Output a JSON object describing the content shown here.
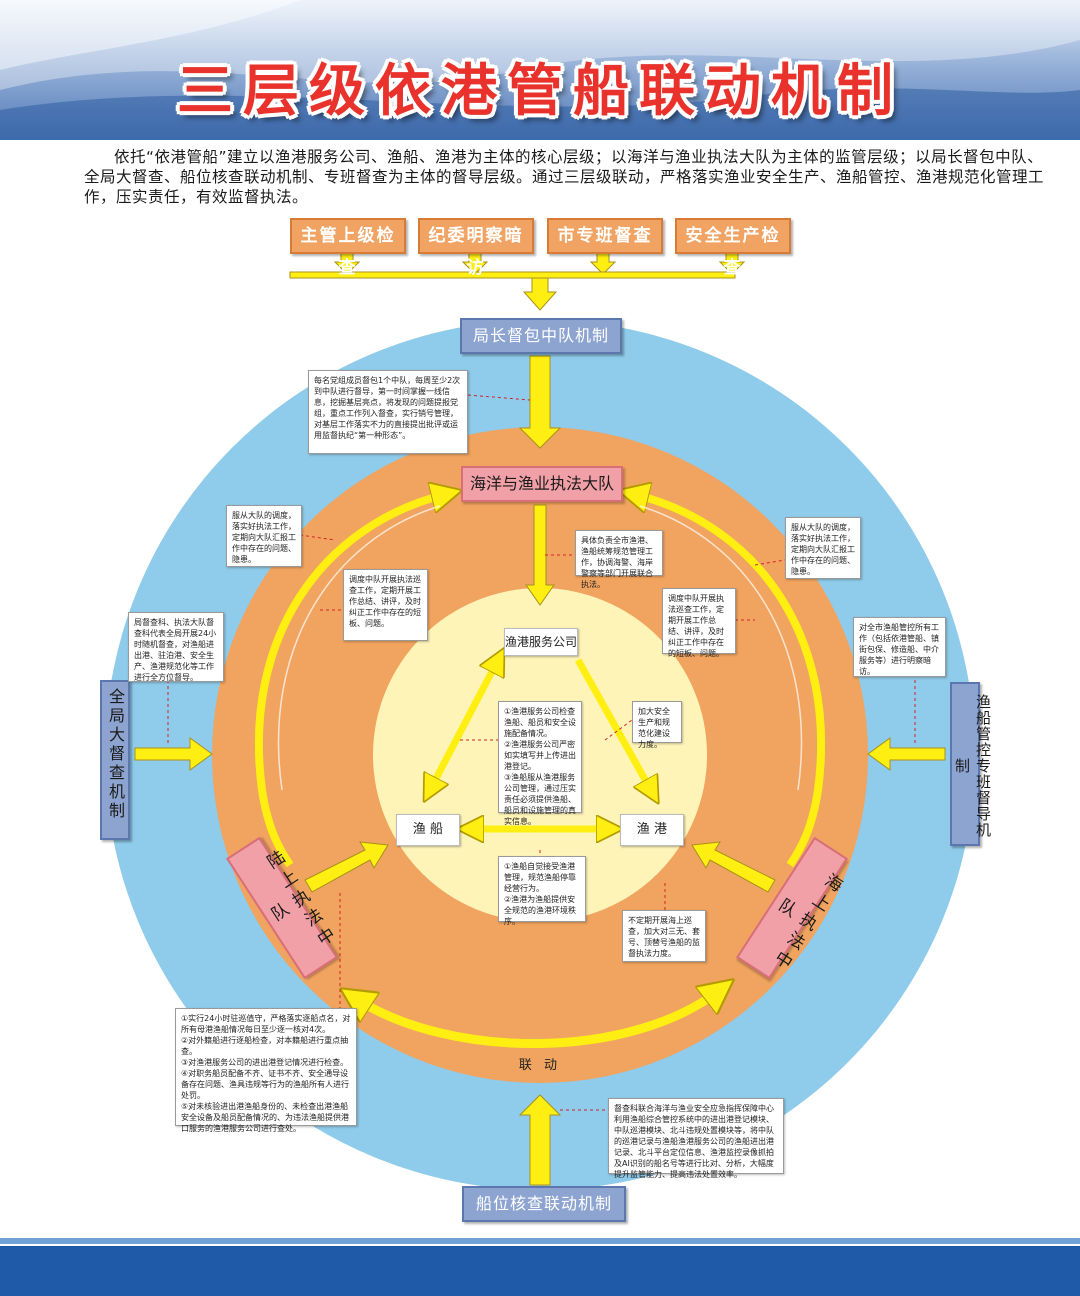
{
  "title": "三层级依港管船联动机制",
  "intro": "依托“依港管船”建立以渔港服务公司、渔船、渔港为主体的核心层级；以海洋与渔业执法大队为主体的监管层级；以局长督包中队、全局大督查、船位核查联动机制、专班督查为主体的督导层级。通过三层级联动，严格落实渔业安全生产、渔船管控、渔港规范化管理工作，压实责任，有效监督执法。",
  "top_boxes": [
    "主管上级检查",
    "纪委明察暗访",
    "市专班督查",
    "安全生产检查"
  ],
  "boxes": {
    "director": "局长督包中队机制",
    "brigade": "海洋与渔业执法大队",
    "land_squad": "陆上执法中队",
    "sea_squad": "海上执法中队",
    "grand_inspection": "全局大督查机制",
    "special_team": "渔船管控专班督导机制",
    "position_check": "船位核查联动机制"
  },
  "inner": {
    "company": "渔港服务公司",
    "vessel": "渔 船",
    "port": "渔 港",
    "linkage": "联 动"
  },
  "notes": {
    "director_note": "每名党组成员督包1个中队，每周至少2次到中队进行督导，第一时间掌握一线信息，挖掘基层亮点，将发现的问题提报党组，重点工作列入督查，实行销号管理，对基层工作落实不力的直接提出批评或运用监督执纪“第一种形态”。",
    "left_obey": "服从大队的调度，落实好执法工作，定期向大队汇报工作中存在的问题、隐患。",
    "right_obey": "服从大队的调度，落实好执法工作，定期向大队汇报工作中存在的问题、隐患。",
    "brigade_duty": "具体负责全市渔港、渔船统筹规范管理工作，协调海警、海岸警察等部门开展联合执法。",
    "left_dispatch": "调度中队开展执法巡查工作，定期开展工作总结、讲评，及时纠正工作中存在的短板、问题。",
    "right_dispatch": "调度中队开展执法巡查工作，定期开展工作总结、讲评，及时纠正工作中存在的短板、问题。",
    "grand_note": "局督查科、执法大队督查科代表全局开展24小时随机督查，对渔船进出港、驻泊港、安全生产、渔港规范化等工作进行全方位督导。",
    "special_note": "对全市渔船管控所有工作（包括依港管船、镇街包保、修造船、中介服务等）进行明察暗访。",
    "company_note": "①渔港服务公司检查渔船、船员和安全设施配备情况。\n②渔港服务公司严密如实填写并上传进出港登记。\n③渔船服从渔港服务公司管理，通过压实责任必须提供渔船、船员和设施管理的真实信息。",
    "safety_note": "加大安全生产和规范化建设力度。",
    "vessel_note": "①渔船自觉接受渔港管理，规范渔船停靠经营行为。\n②渔港为渔船提供安全规范的渔港环境秩序。",
    "sea_note": "不定期开展海上巡查，加大对三无、套号、顶替号渔船的监督执法力度。",
    "land_note": "①实行24小时驻巡值守，严格落实逐船点名，对所有母港渔船情况每日至少逐一核对4次。\n②对外籍船进行逐船检查，对本籍船进行重点抽查。\n③对渔港服务公司的进出港登记情况进行检查。\n④对职务船员配备不齐、证书不齐、安全通导设备存在问题、渔具违规等行为的渔船所有人进行处罚。\n⑤对未核验进出港渔船身份的、未检查出港渔船安全设备及船员配备情况的、为违法渔船提供港口服务的渔港服务公司进行查处。",
    "position_note": "督查科联合海洋与渔业安全应急指挥保障中心利用渔船综合管控系统中的进出港登记模块、中队巡港模块、北斗违规处置模块等，将中队的巡港记录与渔船渔港服务公司的渔船进出港记录、北斗平台定位信息、渔港监控录像抓拍及AI识别的船名号等进行比对、分析，大幅度提升监管能力、提高违法处置效率。"
  },
  "colors": {
    "outer_ring": "#8fcbea",
    "middle_ring": "#f1a45f",
    "inner_circle": "#fff4b8",
    "arrow": "#ffee11",
    "title_red": "#e8322b",
    "footer": "#1e5aa8"
  }
}
